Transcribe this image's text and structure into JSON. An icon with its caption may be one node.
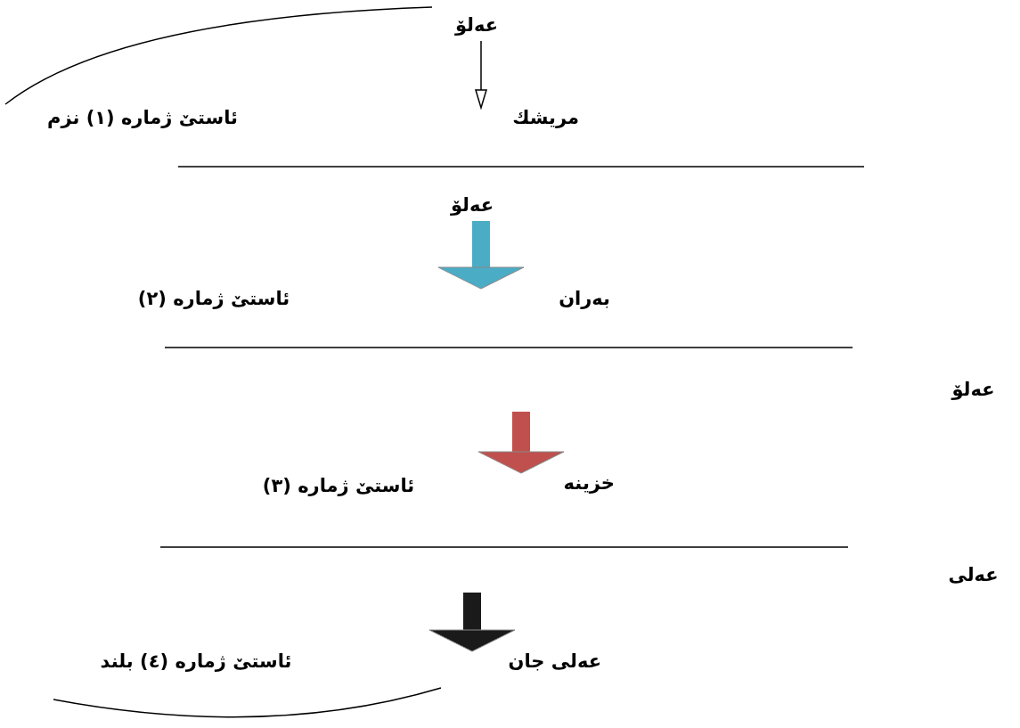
{
  "diagram": {
    "nodes": [
      {
        "text": [
          "عەلۆ"
        ]
      },
      {
        "text": [
          "مریشك"
        ]
      },
      {
        "text": [
          "عەلۆ"
        ]
      },
      {
        "text": [
          "بەران"
        ]
      },
      {
        "text": [
          "خزینە"
        ]
      },
      {
        "text": [
          "عەلی جان"
        ]
      }
    ],
    "edges": [
      {
        "from": 0,
        "to": 1,
        "arrow": "to"
      },
      {
        "from": 2,
        "to": 3,
        "arrow": "to",
        "color": "#4bacc6"
      },
      {
        "from": null,
        "to": 4,
        "arrow": "to",
        "color": "#c0504d"
      },
      {
        "from": null,
        "to": 5,
        "arrow": "to",
        "color": "#1a1a1a"
      }
    ],
    "labels": [
      "ئاستێ ژمارە (١) نزم",
      "ئاستێ ژمارە (٢)",
      "عەلۆ",
      "ئاستێ ژمارە (٣)",
      "عەلی",
      "ئاستێ ژمارە (٤) بلند"
    ]
  }
}
